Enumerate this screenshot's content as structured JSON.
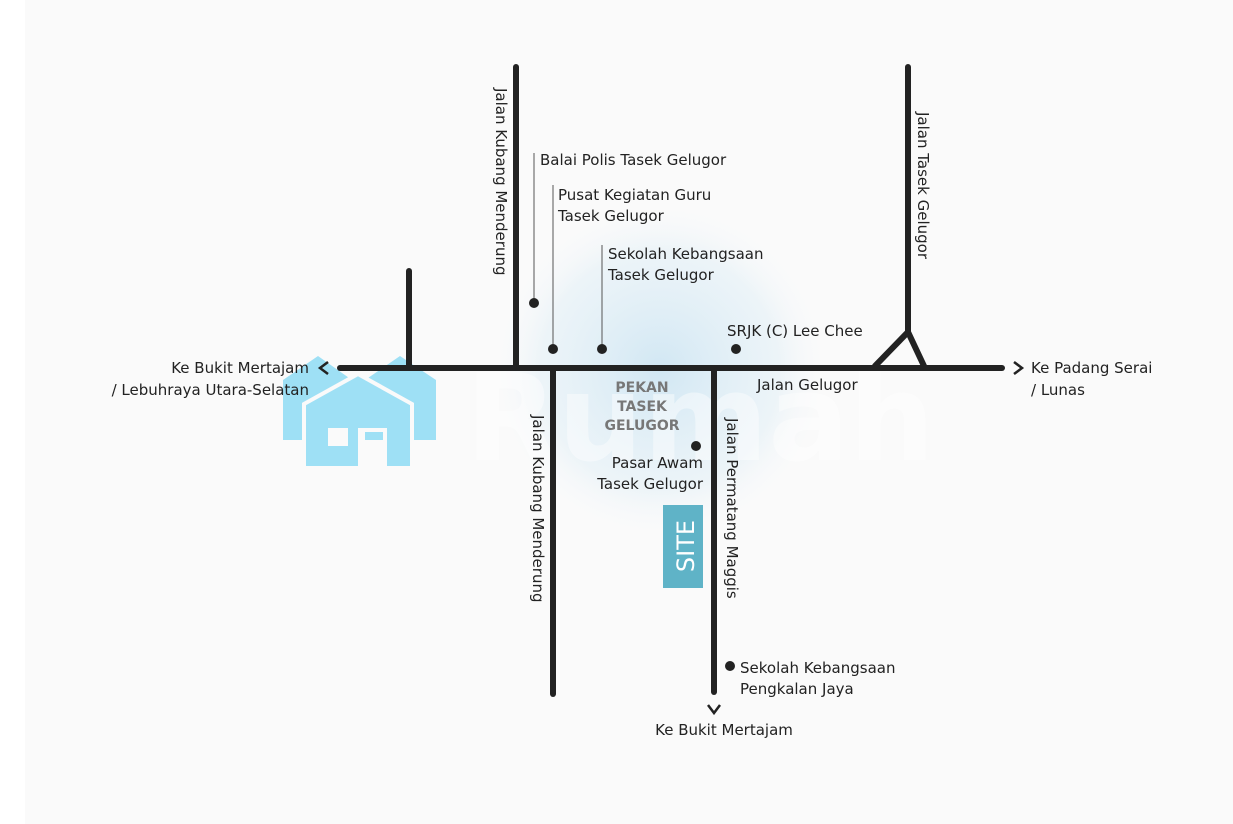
{
  "map": {
    "roads": {
      "kubang_upper": "Jalan Kubang Menderung",
      "kubang_lower": "Jalan Kubang Menderung",
      "tasek": "Jalan Tasek Gelugor",
      "gelugor": "Jalan Gelugor",
      "permatang": "Jalan Permatang Maggis"
    },
    "directions": {
      "west_line1": "Ke Bukit Mertajam",
      "west_line2": "/ Lebuhraya Utara-Selatan",
      "east_line1": "Ke Padang Serai",
      "east_line2": "/ Lunas",
      "south": "Ke Bukit Mertajam"
    },
    "landmarks": {
      "balai_polis": "Balai Polis Tasek Gelugor",
      "pusat_line1": "Pusat Kegiatan Guru",
      "pusat_line2": "Tasek Gelugor",
      "sk_line1": "Sekolah Kebangsaan",
      "sk_line2": "Tasek Gelugor",
      "srjk": "SRJK (C) Lee Chee",
      "pasar_line1": "Pasar Awam",
      "pasar_line2": "Tasek Gelugor",
      "skpj_line1": "Sekolah Kebangsaan",
      "skpj_line2": "Pengkalan Jaya"
    },
    "town": {
      "line1": "PEKAN",
      "line2": "TASEK",
      "line3": "GELUGOR"
    },
    "site_label": "SITE",
    "watermark": "Rumah",
    "colors": {
      "site": "#5fb3c7",
      "watermark_house": "#8fdcf5",
      "road": "#222222"
    }
  }
}
